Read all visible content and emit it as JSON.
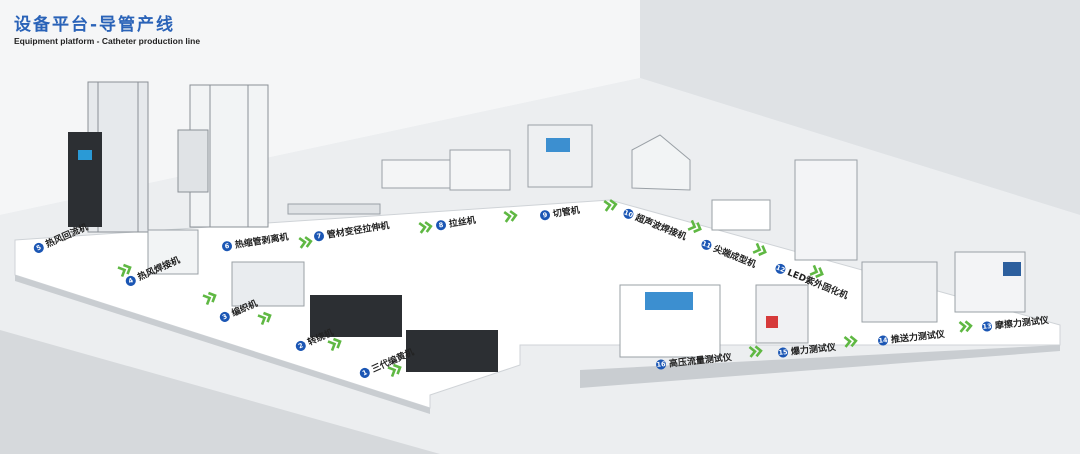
{
  "header": {
    "title": "设备平台-导管产线",
    "subtitle": "Equipment platform - Catheter production line"
  },
  "stations": [
    {
      "num": "1",
      "label": "三代编黄机"
    },
    {
      "num": "2",
      "label": "转绕机"
    },
    {
      "num": "3",
      "label": "编织机"
    },
    {
      "num": "4",
      "label": "热风焊接机"
    },
    {
      "num": "5",
      "label": "热风回流机"
    },
    {
      "num": "6",
      "label": "热缩管剥离机"
    },
    {
      "num": "7",
      "label": "管材变径拉伸机"
    },
    {
      "num": "8",
      "label": "拉丝机"
    },
    {
      "num": "9",
      "label": "切管机"
    },
    {
      "num": "10",
      "label": "超声波焊接机"
    },
    {
      "num": "11",
      "label": "尖端成型机"
    },
    {
      "num": "12",
      "label": "LED紫外固化机"
    },
    {
      "num": "13",
      "label": "摩擦力测试仪"
    },
    {
      "num": "14",
      "label": "推送力测试仪"
    },
    {
      "num": "15",
      "label": "爆力测试仪"
    },
    {
      "num": "16",
      "label": "高压流量测试仪"
    }
  ],
  "colors": {
    "arrow": "#5fb843",
    "badge": "#1b56b4",
    "title": "#2a63b8"
  }
}
